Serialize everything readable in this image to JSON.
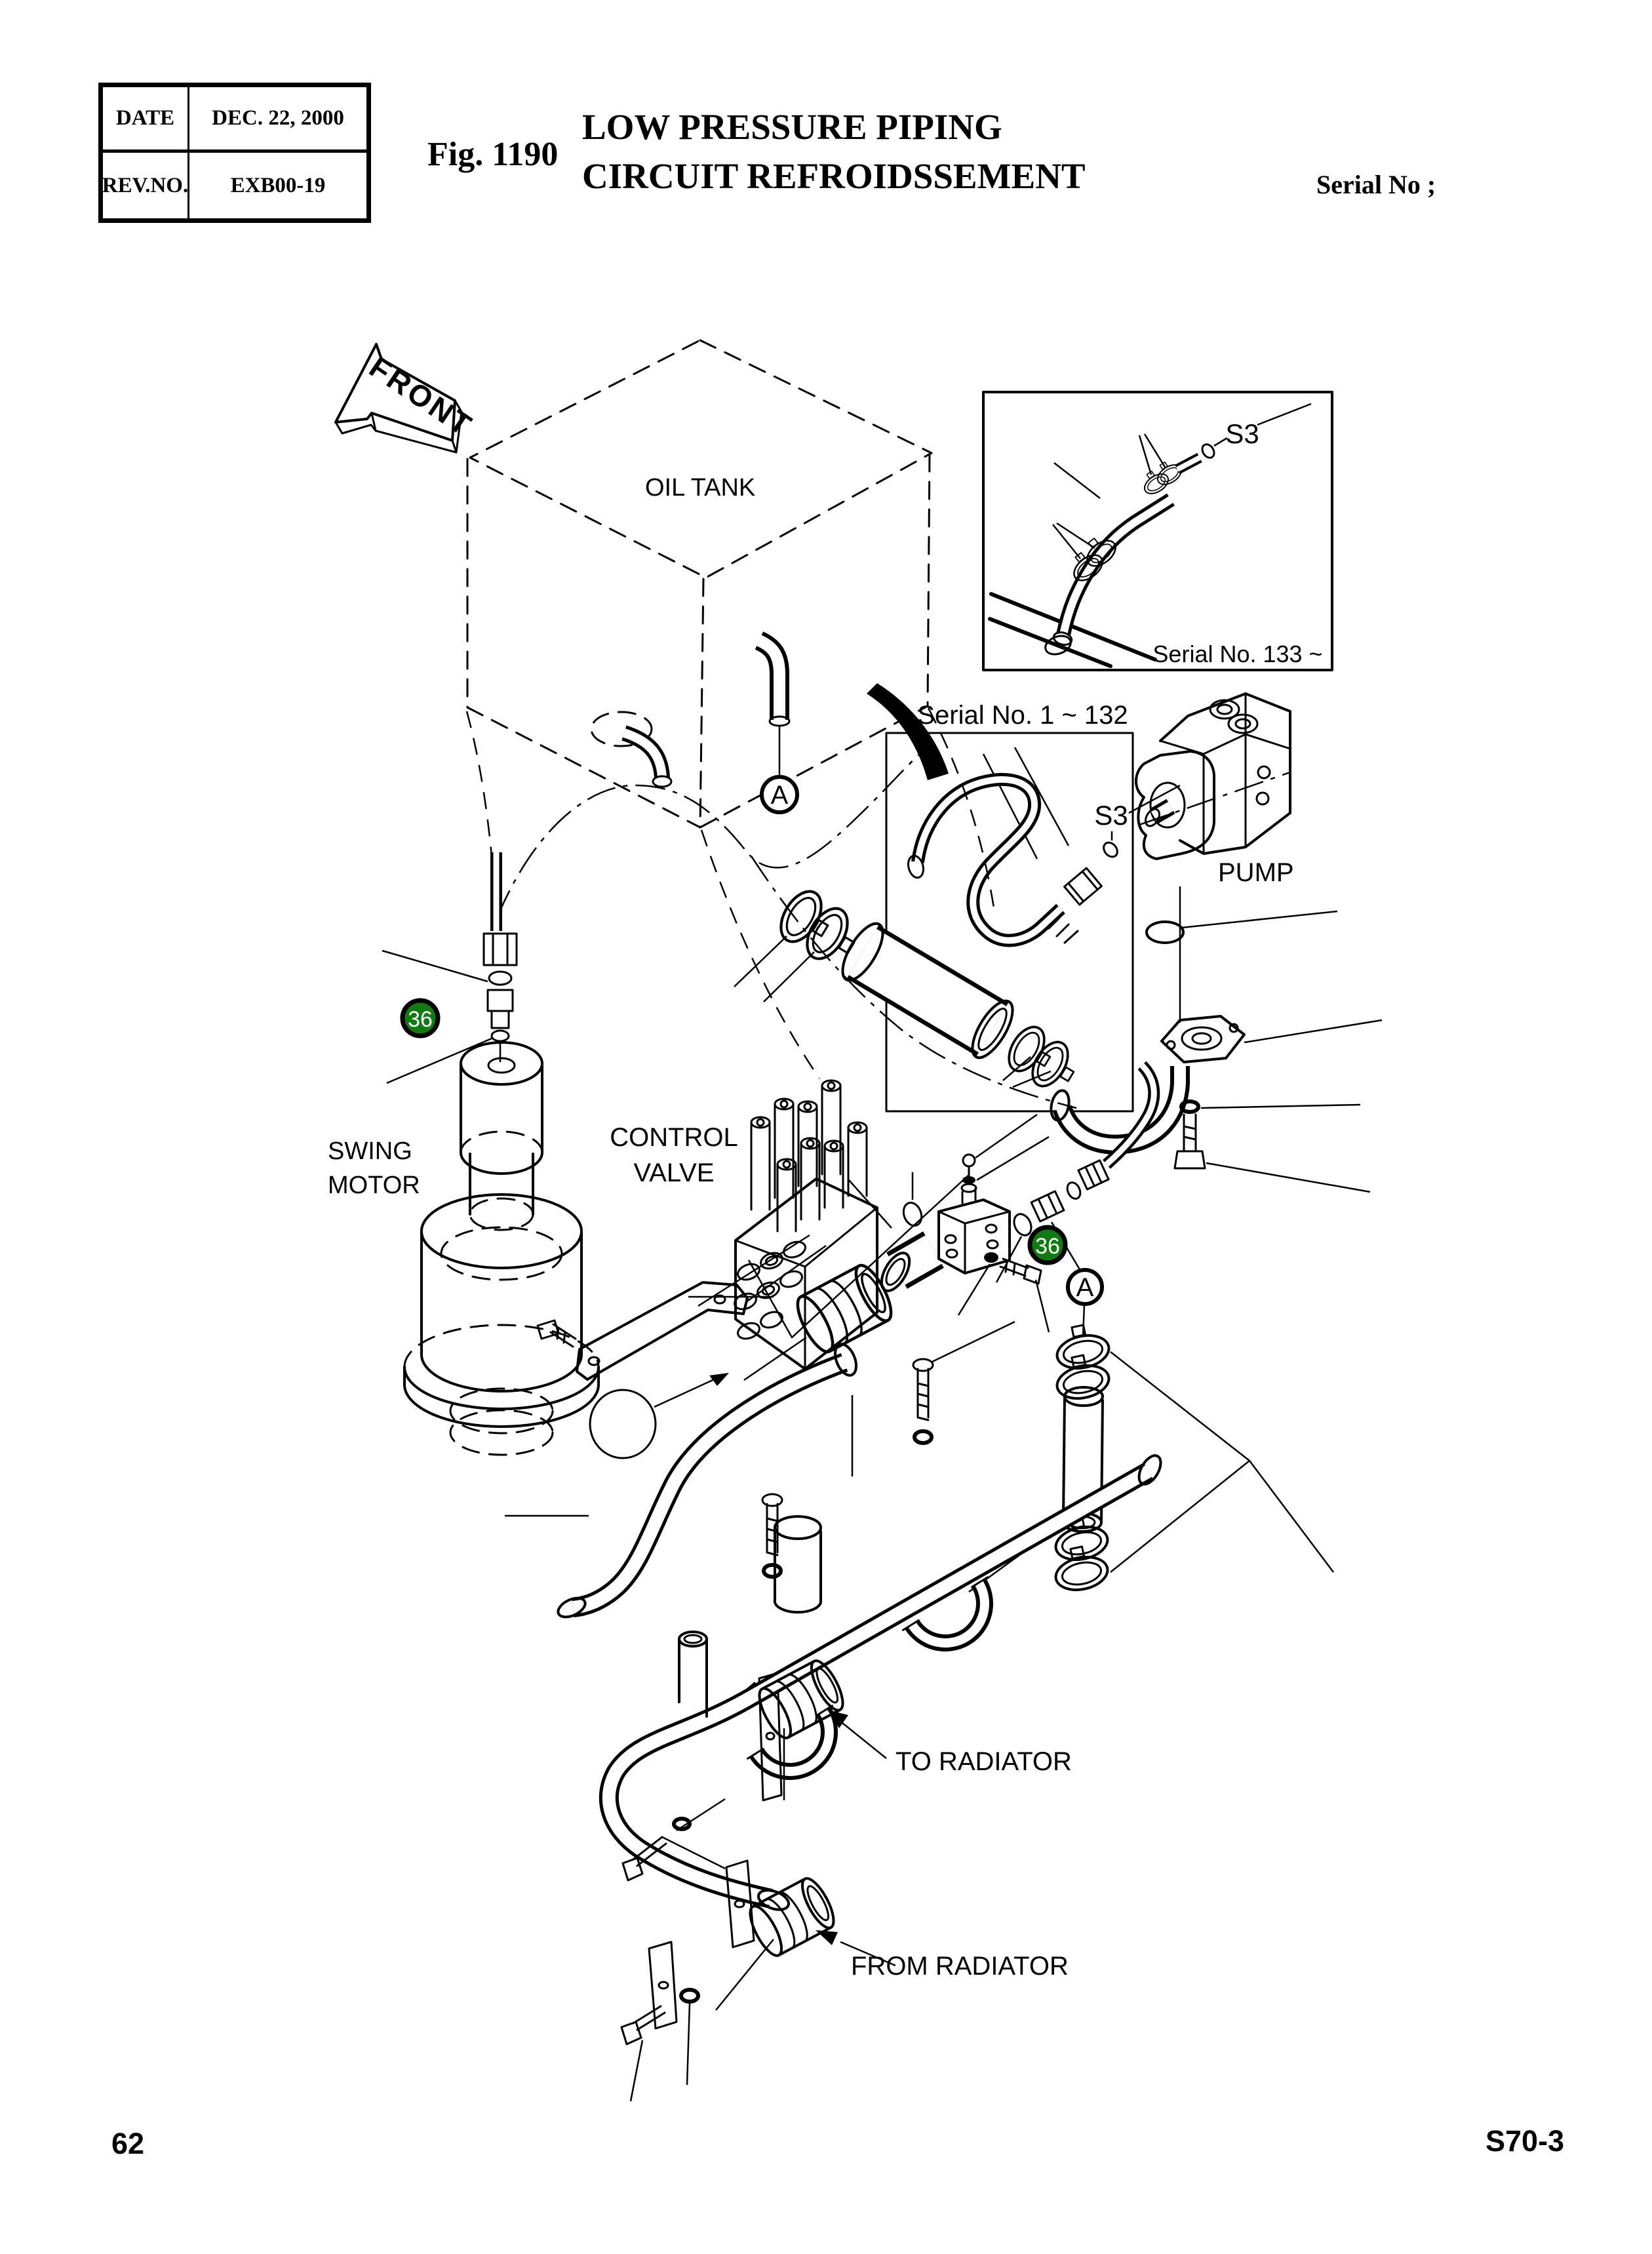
{
  "header": {
    "table": {
      "rows": [
        {
          "label": "DATE",
          "value": "DEC. 22, 2000"
        },
        {
          "label": "REV.NO.",
          "value": "EXB00-19"
        }
      ]
    },
    "fig_number": "Fig. 1190",
    "title_line1": "LOW PRESSURE PIPING",
    "title_line2": "CIRCUIT REFROIDSSEMENT",
    "serial_heading": "Serial No ;"
  },
  "diagram": {
    "labels": {
      "front": "FRONT",
      "oil_tank": "OIL TANK",
      "s3_inset": "S3",
      "serial_133": "Serial No. 133 ~",
      "serial_1_132": "Serial No. 1 ~ 132",
      "s3_main": "S3",
      "pump": "PUMP",
      "control_valve_line1": "CONTROL",
      "control_valve_line2": "VALVE",
      "swing_motor_line1": "SWING",
      "swing_motor_line2": "MOTOR",
      "to_radiator": "TO RADIATOR",
      "from_radiator": "FROM RADIATOR"
    },
    "balloons": {
      "part_badge": "36",
      "detail": "A"
    },
    "colors": {
      "badge_fill": "#127a12",
      "badge_text": "#ffffff",
      "line": "#000000",
      "paper": "#ffffff"
    }
  },
  "footer": {
    "page_number": "62",
    "doc_code": "S70-3"
  }
}
